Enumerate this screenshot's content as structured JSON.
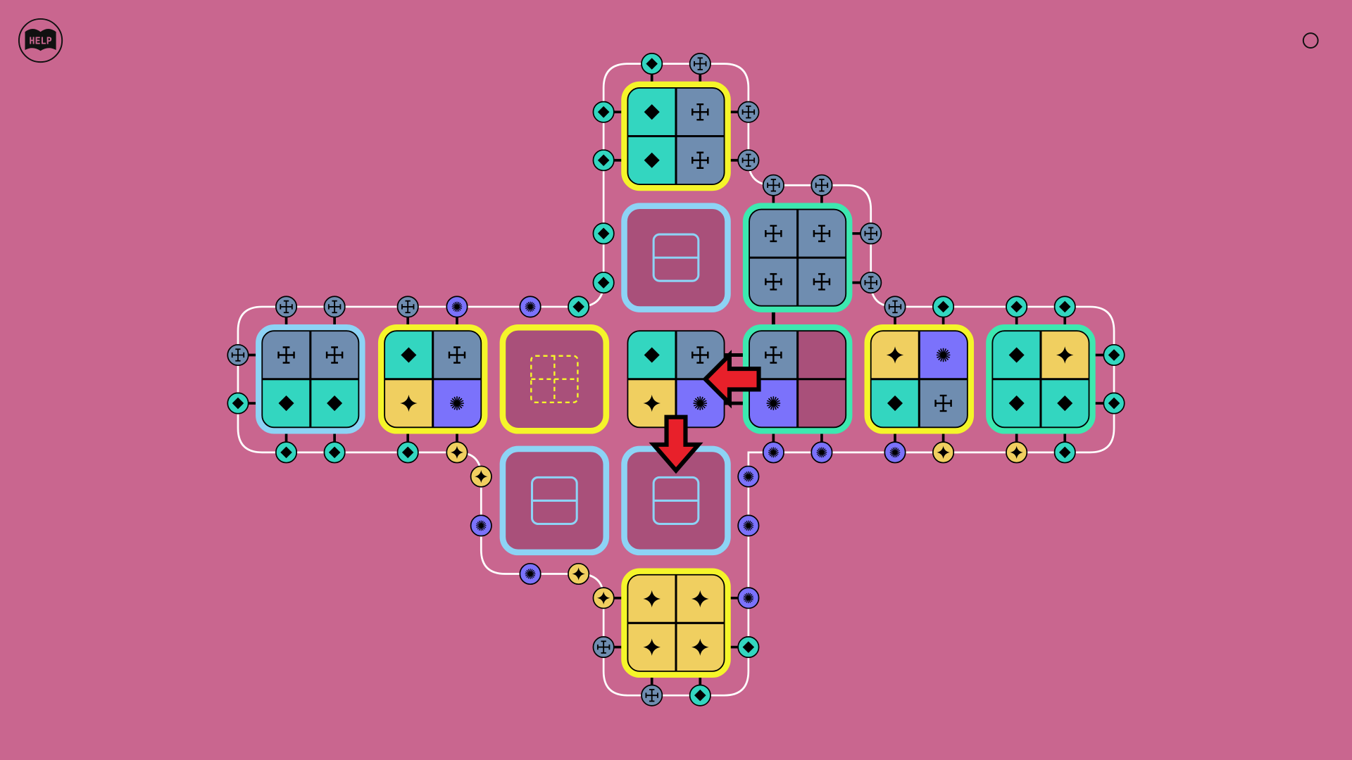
{
  "help_button": {
    "label": "HELP"
  },
  "colors": {
    "background": "#c9668f",
    "diamond": "#33d6c0",
    "cross": "#6f8db0",
    "star": "#f0cf60",
    "asterisk": "#7b72fb",
    "empty": "#a9507a",
    "border_yellow": "#f5f52a",
    "border_blue": "#8dd3f5",
    "border_teal": "#3de8b0",
    "arrow": "#e8202a"
  },
  "tiles": [
    {
      "row": 0,
      "col": 3,
      "border": "yellow",
      "quads": [
        "diamond",
        "cross",
        "diamond",
        "cross"
      ]
    },
    {
      "row": 1,
      "col": 3,
      "border": "blue",
      "slot": "empty-slot"
    },
    {
      "row": 1,
      "col": 4,
      "border": "teal",
      "quads": [
        "cross",
        "cross",
        "cross",
        "cross"
      ]
    },
    {
      "row": 2,
      "col": 0,
      "border": "blue",
      "quads": [
        "cross",
        "cross",
        "diamond",
        "diamond"
      ]
    },
    {
      "row": 2,
      "col": 1,
      "border": "yellow",
      "quads": [
        "diamond",
        "cross",
        "star",
        "asterisk"
      ]
    },
    {
      "row": 2,
      "col": 2,
      "border": "yellow",
      "slot": "dashed-slot"
    },
    {
      "row": 2,
      "col": 3,
      "border": "none",
      "quads": [
        "diamond",
        "cross",
        "star",
        "asterisk"
      ]
    },
    {
      "row": 2,
      "col": 4,
      "border": "teal",
      "quads": [
        "cross",
        "empty",
        "asterisk",
        "empty"
      ]
    },
    {
      "row": 2,
      "col": 5,
      "border": "yellow",
      "quads": [
        "star",
        "asterisk",
        "diamond",
        "cross"
      ]
    },
    {
      "row": 2,
      "col": 6,
      "border": "teal",
      "quads": [
        "diamond",
        "star",
        "diamond",
        "diamond"
      ]
    },
    {
      "row": 3,
      "col": 2,
      "border": "blue",
      "slot": "empty-slot"
    },
    {
      "row": 3,
      "col": 3,
      "border": "blue",
      "slot": "empty-slot"
    },
    {
      "row": 4,
      "col": 3,
      "border": "yellow",
      "quads": [
        "star",
        "star",
        "star",
        "star"
      ]
    }
  ],
  "connector_nodes": [
    "diamond",
    "cross",
    "diamond",
    "cross",
    "diamond",
    "cross",
    "cross",
    "cross",
    "diamond",
    "cross",
    "diamond",
    "cross",
    "cross",
    "cross",
    "cross",
    "asterisk",
    "asterisk",
    "diamond",
    "cross",
    "diamond",
    "diamond",
    "diamond",
    "cross",
    "diamond",
    "diamond",
    "diamond",
    "diamond",
    "diamond",
    "diamond",
    "star",
    "asterisk",
    "asterisk",
    "asterisk",
    "star",
    "star",
    "diamond",
    "star",
    "asterisk",
    "asterisk",
    "asterisk",
    "asterisk",
    "star",
    "star",
    "cross",
    "asterisk",
    "diamond",
    "cross",
    "diamond"
  ],
  "arrows": [
    {
      "direction": "left"
    },
    {
      "direction": "down"
    }
  ]
}
